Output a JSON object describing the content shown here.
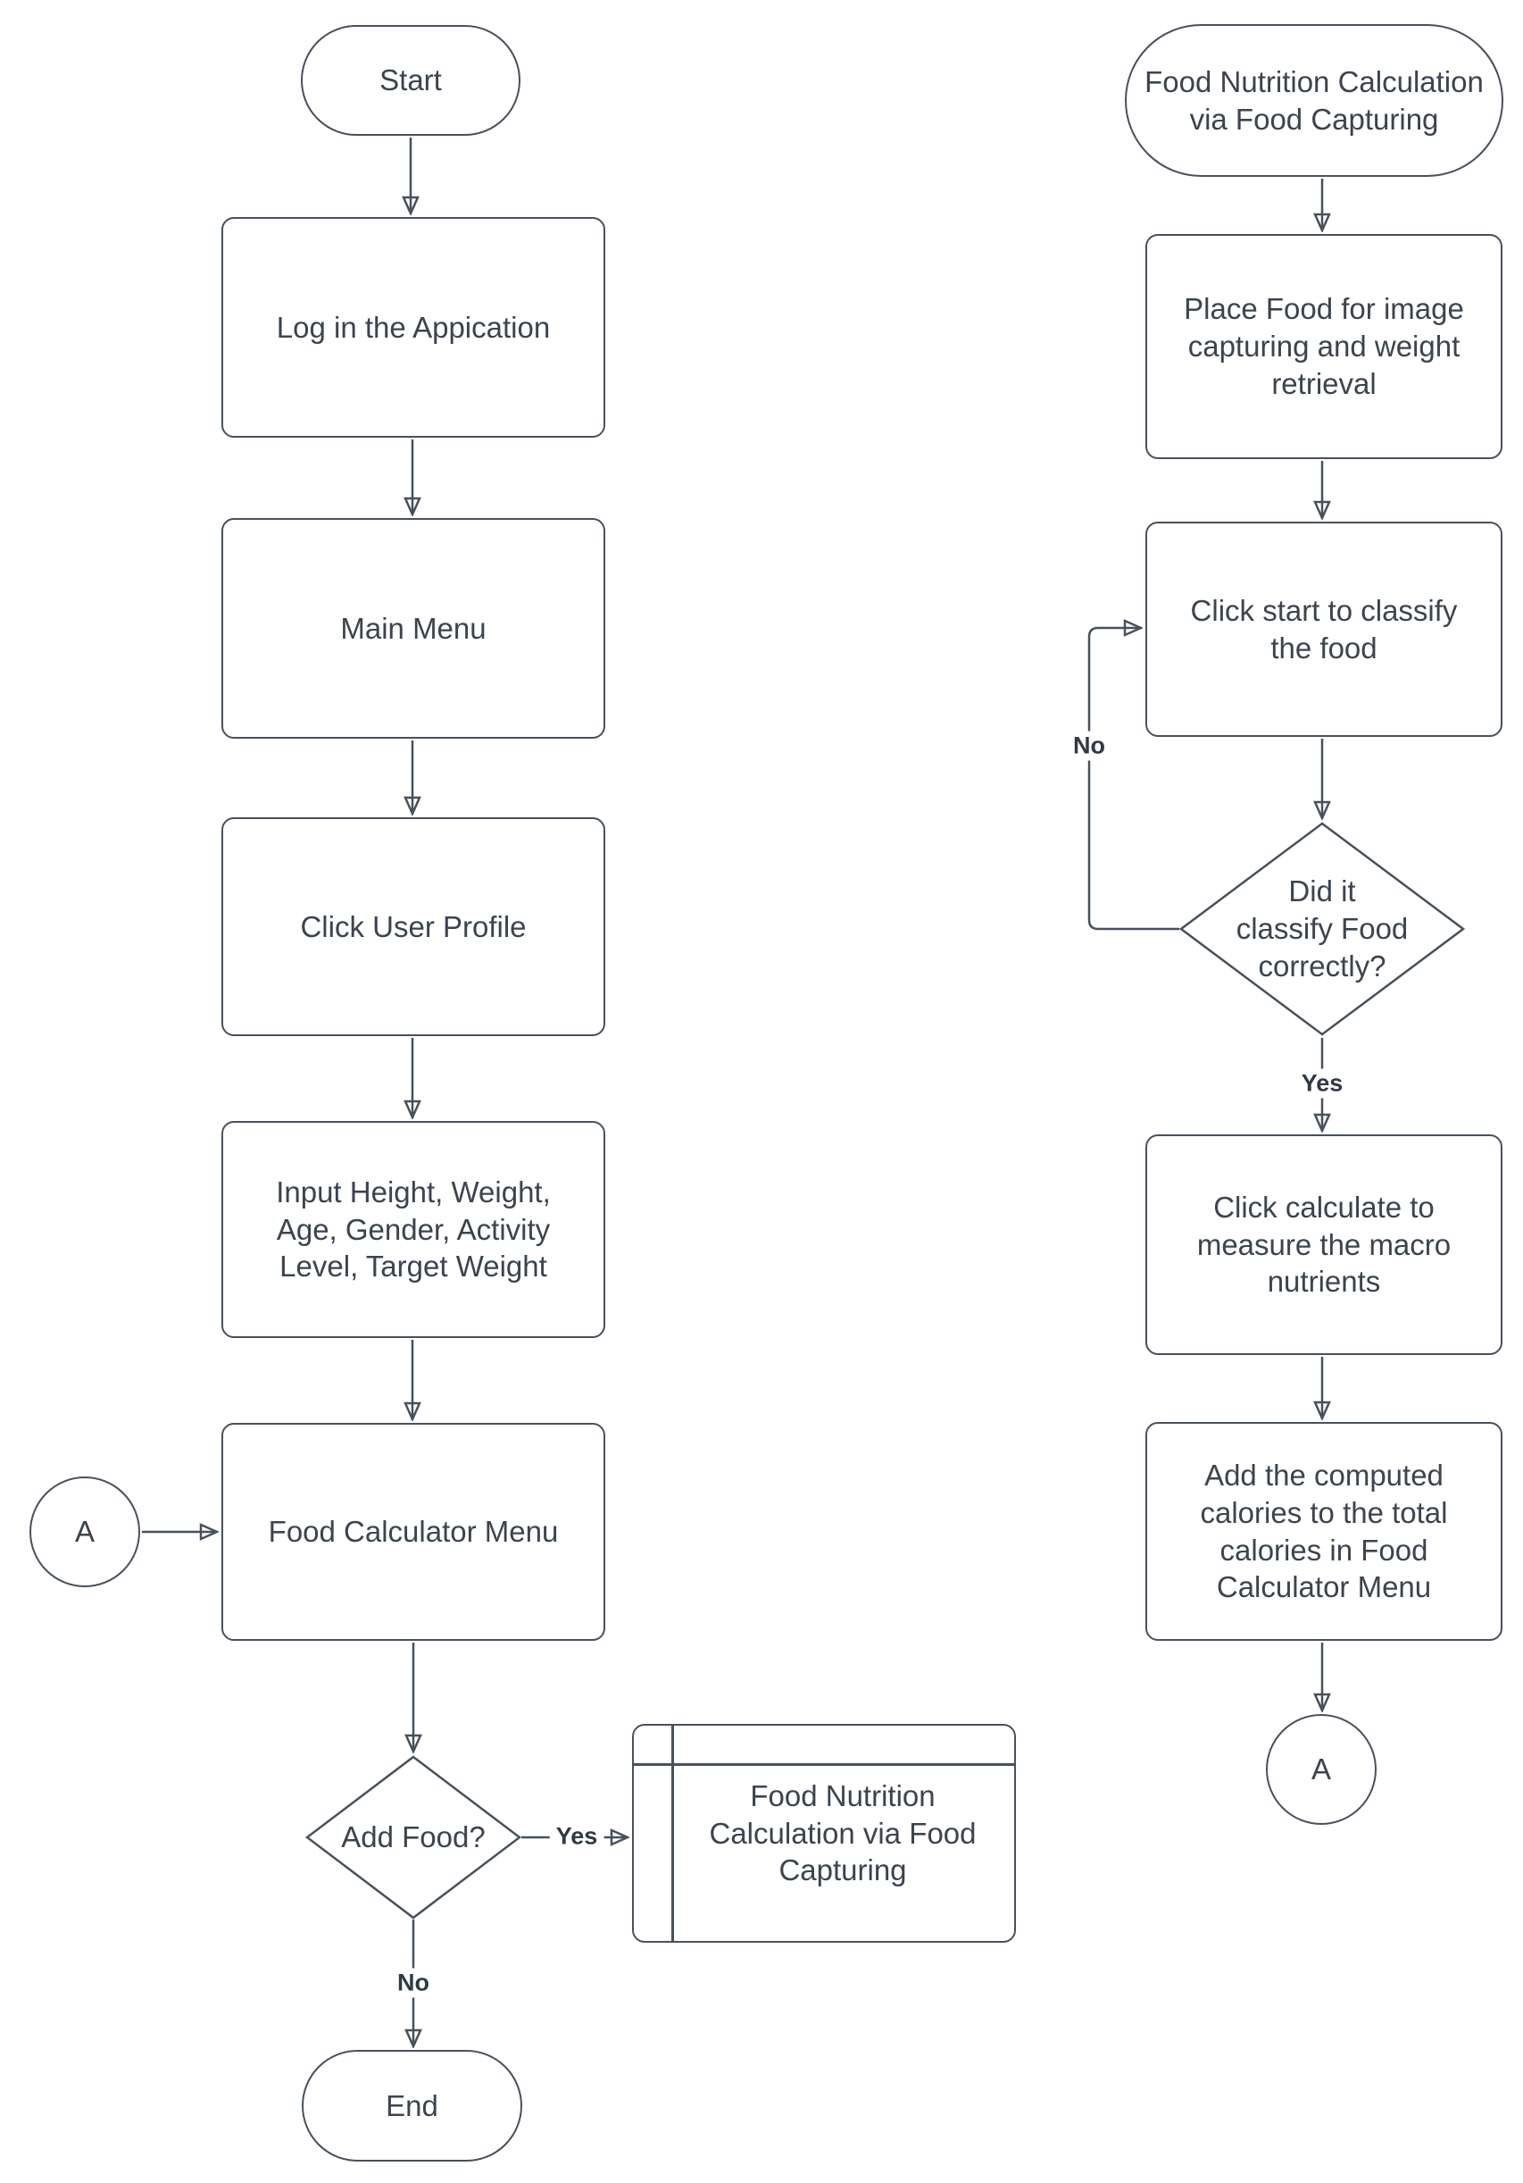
{
  "diagram": {
    "type": "flowchart",
    "colors": {
      "stroke": "#47515e",
      "text": "#3b4450",
      "label": "#2f3947",
      "bg": "#ffffff"
    }
  },
  "left_flow": {
    "start": "Start",
    "login": "Log in the Appication",
    "main_menu": "Main Menu",
    "click_user_profile": "Click User Profile",
    "input_details": "Input Height, Weight, Age, Gender, Activity Level, Target Weight",
    "food_calculator_menu": "Food Calculator Menu",
    "add_food_question": "Add Food?",
    "subprocess": "Food Nutrition Calculation via Food Capturing",
    "end": "End",
    "connector_a": "A",
    "yes": "Yes",
    "no": "No"
  },
  "right_flow": {
    "title": "Food Nutrition Calculation via Food Capturing",
    "place_food": "Place Food for image capturing and weight retrieval",
    "click_start": "Click start to classify the food",
    "classify_question": "Did it\nclassify Food correctly?",
    "click_calculate": "Click calculate to measure the macro nutrients",
    "add_calories": "Add the computed calories to the total calories in Food Calculator Menu",
    "connector_a": "A",
    "yes": "Yes",
    "no": "No"
  }
}
